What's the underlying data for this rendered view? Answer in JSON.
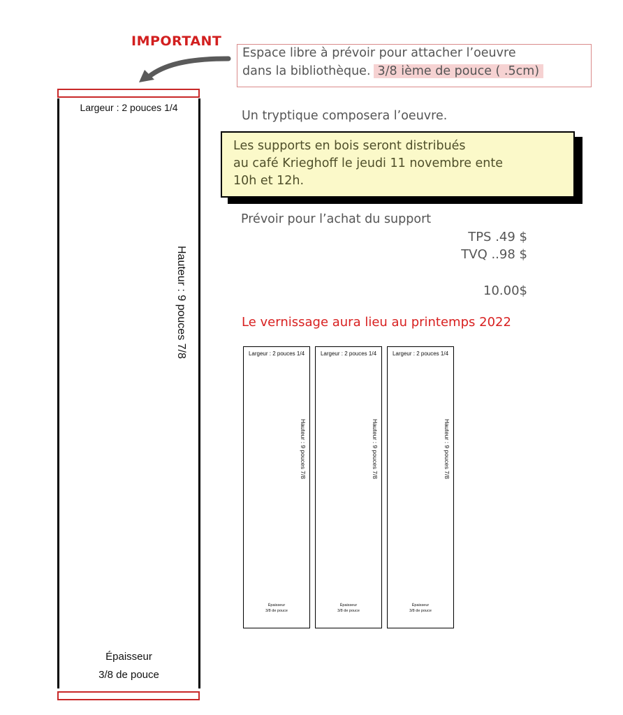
{
  "important_label": "IMPORTANT",
  "note": {
    "line1": "Espace libre à prévoir pour attacher l’oeuvre",
    "line2_text": "dans la bibliothèque.",
    "line2_highlight": "3/8 ième de pouce ( .5cm)"
  },
  "panel": {
    "width_label": "Largeur : 2 pouces 1/4",
    "height_label": "Hauteur : 9 pouces 7/8",
    "thickness_line1": "Épaisseur",
    "thickness_line2": "3/8 de pouce"
  },
  "triptych_text": "Un tryptique composera l’oeuvre.",
  "info_box": {
    "line1": "Les supports en bois seront distribués",
    "line2": "au café Krieghoff le jeudi 11 novembre ente",
    "line3": "10h et 12h."
  },
  "pricing": {
    "intro": "Prévoir pour l’achat du support",
    "tps": "TPS .49 $",
    "tvq": "TVQ ..98 $",
    "total": "10.00$"
  },
  "vernissage_text": "Le vernissage aura lieu au printemps 2022",
  "mini_panels": [
    {
      "width_label": "Largeur : 2 pouces 1/4",
      "height_label": "Hauteur : 9 pouces 7/8",
      "thickness_line1": "Épaisseur",
      "thickness_line2": "3/8 de pouce"
    },
    {
      "width_label": "Largeur : 2 pouces 1/4",
      "height_label": "Hauteur : 9 pouces 7/8",
      "thickness_line1": "Épaisseur",
      "thickness_line2": "3/8 de pouce"
    },
    {
      "width_label": "Largeur : 2 pouces 1/4",
      "height_label": "Hauteur : 9 pouces 7/8",
      "thickness_line1": "Épaisseur",
      "thickness_line2": "3/8 de pouce"
    }
  ],
  "colors": {
    "accent_red": "#d21f1f",
    "note_highlight": "#f6d2d2",
    "info_box_bg": "#fbf9c9"
  }
}
